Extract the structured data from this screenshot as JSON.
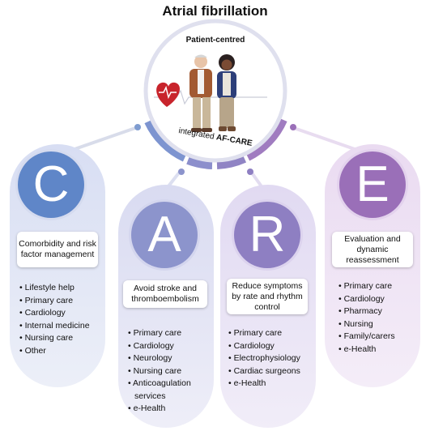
{
  "title": "Atrial fibrillation",
  "center": {
    "top_label": "Patient-centred",
    "bottom_label_prefix": "integrated",
    "bottom_label_strong": "AF-CARE"
  },
  "pillars": [
    {
      "letter": "C",
      "heading": "Comorbidity and risk factor management",
      "items": [
        "Lifestyle help",
        "Primary care",
        "Cardiology",
        "Internal medicine",
        "Nursing care",
        "Other"
      ]
    },
    {
      "letter": "A",
      "heading": "Avoid stroke and thromboembolism",
      "items": [
        "Primary care",
        "Cardiology",
        "Neurology",
        "Nursing care",
        "Anticoagulation",
        "services",
        "e-Health"
      ]
    },
    {
      "letter": "R",
      "heading": "Reduce symptoms by rate and rhythm control",
      "items": [
        "Primary care",
        "Cardiology",
        "Electrophysiology",
        "Cardiac surgeons",
        "e-Health"
      ]
    },
    {
      "letter": "E",
      "heading": "Evaluation and dynamic reassessment",
      "items": [
        "Primary care",
        "Cardiology",
        "Pharmacy",
        "Nursing",
        "Family/carers",
        "e-Health"
      ]
    }
  ],
  "colors": {
    "c_pillar": "#dfe4f4",
    "a_pillar": "#dddff2",
    "r_pillar": "#e4ddf2",
    "e_pillar": "#ecdcf0",
    "c_circle": "#5f86c8",
    "a_circle": "#8c94cc",
    "r_circle": "#8e7fc2",
    "e_circle": "#9a6fb8",
    "heart": "#c8242c"
  }
}
